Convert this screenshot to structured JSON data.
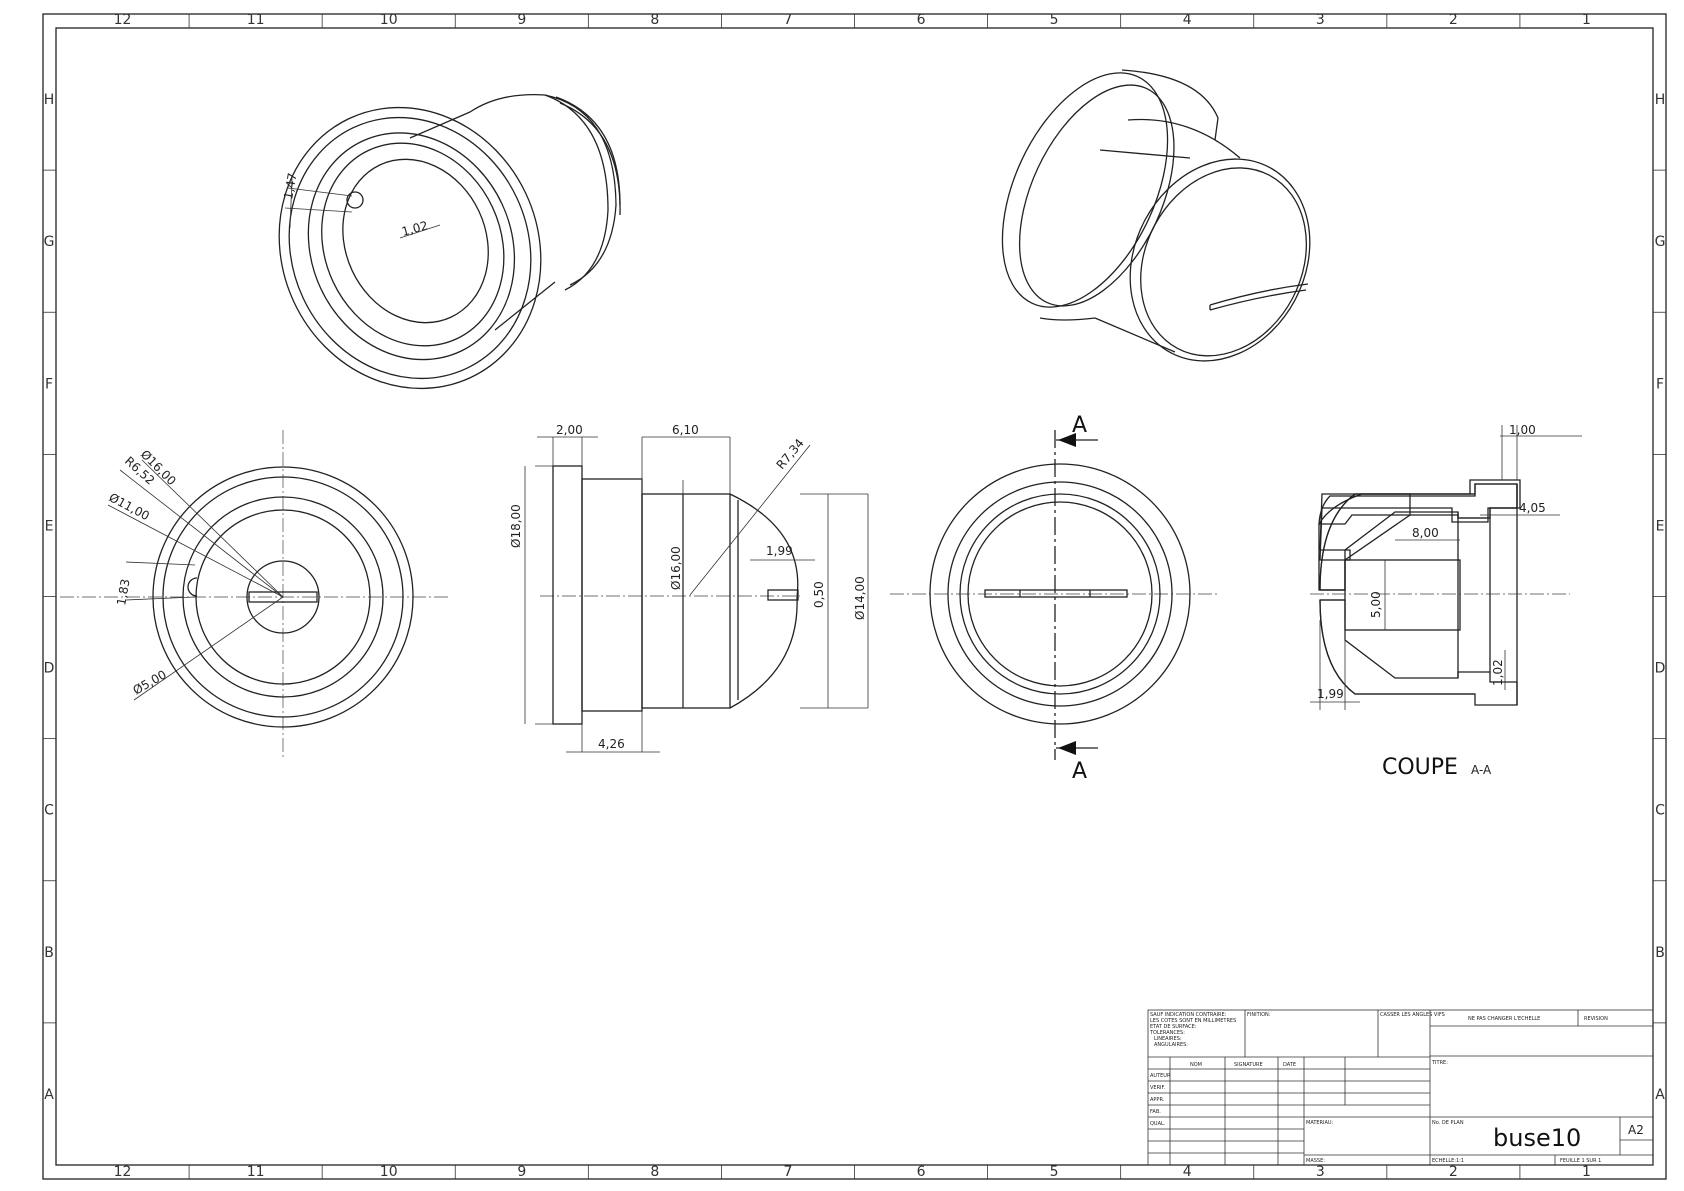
{
  "sheet": {
    "columns": [
      "12",
      "11",
      "10",
      "9",
      "8",
      "7",
      "6",
      "5",
      "4",
      "3",
      "2",
      "1"
    ],
    "rows": [
      "H",
      "G",
      "F",
      "E",
      "D",
      "C",
      "B",
      "A"
    ]
  },
  "iso_top_left": {
    "dims": [
      "1,47",
      "1,02"
    ]
  },
  "front_view": {
    "dims": [
      "Ø16,00",
      "R6,52",
      "Ø11,00",
      "1,83",
      "Ø5,00"
    ]
  },
  "side_view": {
    "dims": [
      "2,00",
      "6,10",
      "R7,34",
      "Ø18,00",
      "Ø16,00",
      "1,99",
      "0,50",
      "Ø14,00",
      "4,26"
    ]
  },
  "end_view": {
    "section_mark": "A"
  },
  "section_view": {
    "dims": [
      "1,00",
      "4,05",
      "8,00",
      "5,00",
      "1,02",
      "1,99"
    ],
    "title": "COUPE",
    "subtitle": "A-A"
  },
  "title_block": {
    "notes": [
      "SAUF INDICATION CONTRAIRE:",
      "LES COTES SONT EN MILLIMETRES",
      "ETAT DE SURFACE:",
      "TOLERANCES:",
      "LINEAIRES:",
      "ANGULAIRES:"
    ],
    "finition": "FINITION:",
    "casser": "CASSER LES ANGLES VIFS",
    "ne_pas": "NE PAS CHANGER L'ECHELLE",
    "revision": "REVISION",
    "col_nom": "NOM",
    "col_signature": "SIGNATURE",
    "col_date": "DATE",
    "rows": [
      "AUTEUR",
      "VERIF.",
      "APPR.",
      "FAB.",
      "QUAL."
    ],
    "titre": "TITRE:",
    "materiau": "MATERIAU:",
    "masse": "MASSE:",
    "no_plan": "No. DE PLAN",
    "drawing_name": "buse10",
    "format": "A2",
    "echelle": "ECHELLE:1:1",
    "feuille": "FEUILLE 1 SUR 1"
  }
}
